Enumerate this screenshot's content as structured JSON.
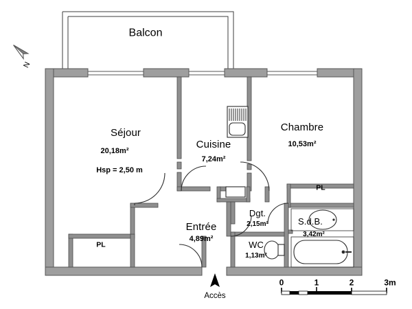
{
  "plan": {
    "title": "Floor plan - apartment",
    "unit_suffix": "m²",
    "colors": {
      "wall_fill": "#9e9e9e",
      "wall_stroke": "#4a4a4a",
      "thin_line": "#3c3c3c",
      "text": "#000000",
      "background": "#ffffff"
    }
  },
  "balcony": {
    "label": "Balcon"
  },
  "rooms": [
    {
      "key": "sejour",
      "name": "Séjour",
      "area": "20,18m²",
      "note": "Hsp = 2,50 m"
    },
    {
      "key": "cuisine",
      "name": "Cuisine",
      "area": "7,24m²"
    },
    {
      "key": "chambre",
      "name": "Chambre",
      "area": "10,53m²"
    },
    {
      "key": "entree",
      "name": "Entrée",
      "area": "4,89m²"
    },
    {
      "key": "dgt",
      "name": "Dgt.",
      "area": "2,15m²"
    },
    {
      "key": "wc",
      "name": "WC",
      "area": "1,13m²"
    },
    {
      "key": "sdb",
      "name": "S.d.B.",
      "area": "3,42m²"
    }
  ],
  "closets": [
    {
      "key": "pl_chambre",
      "label": "PL"
    },
    {
      "key": "pl_entree",
      "label": "PL"
    }
  ],
  "access": {
    "label": "Accès"
  },
  "compass": {
    "label": "N"
  },
  "scale_bar": {
    "ticks": [
      "0",
      "1",
      "2",
      "3m"
    ],
    "unit": "m",
    "total_meters": 3
  }
}
